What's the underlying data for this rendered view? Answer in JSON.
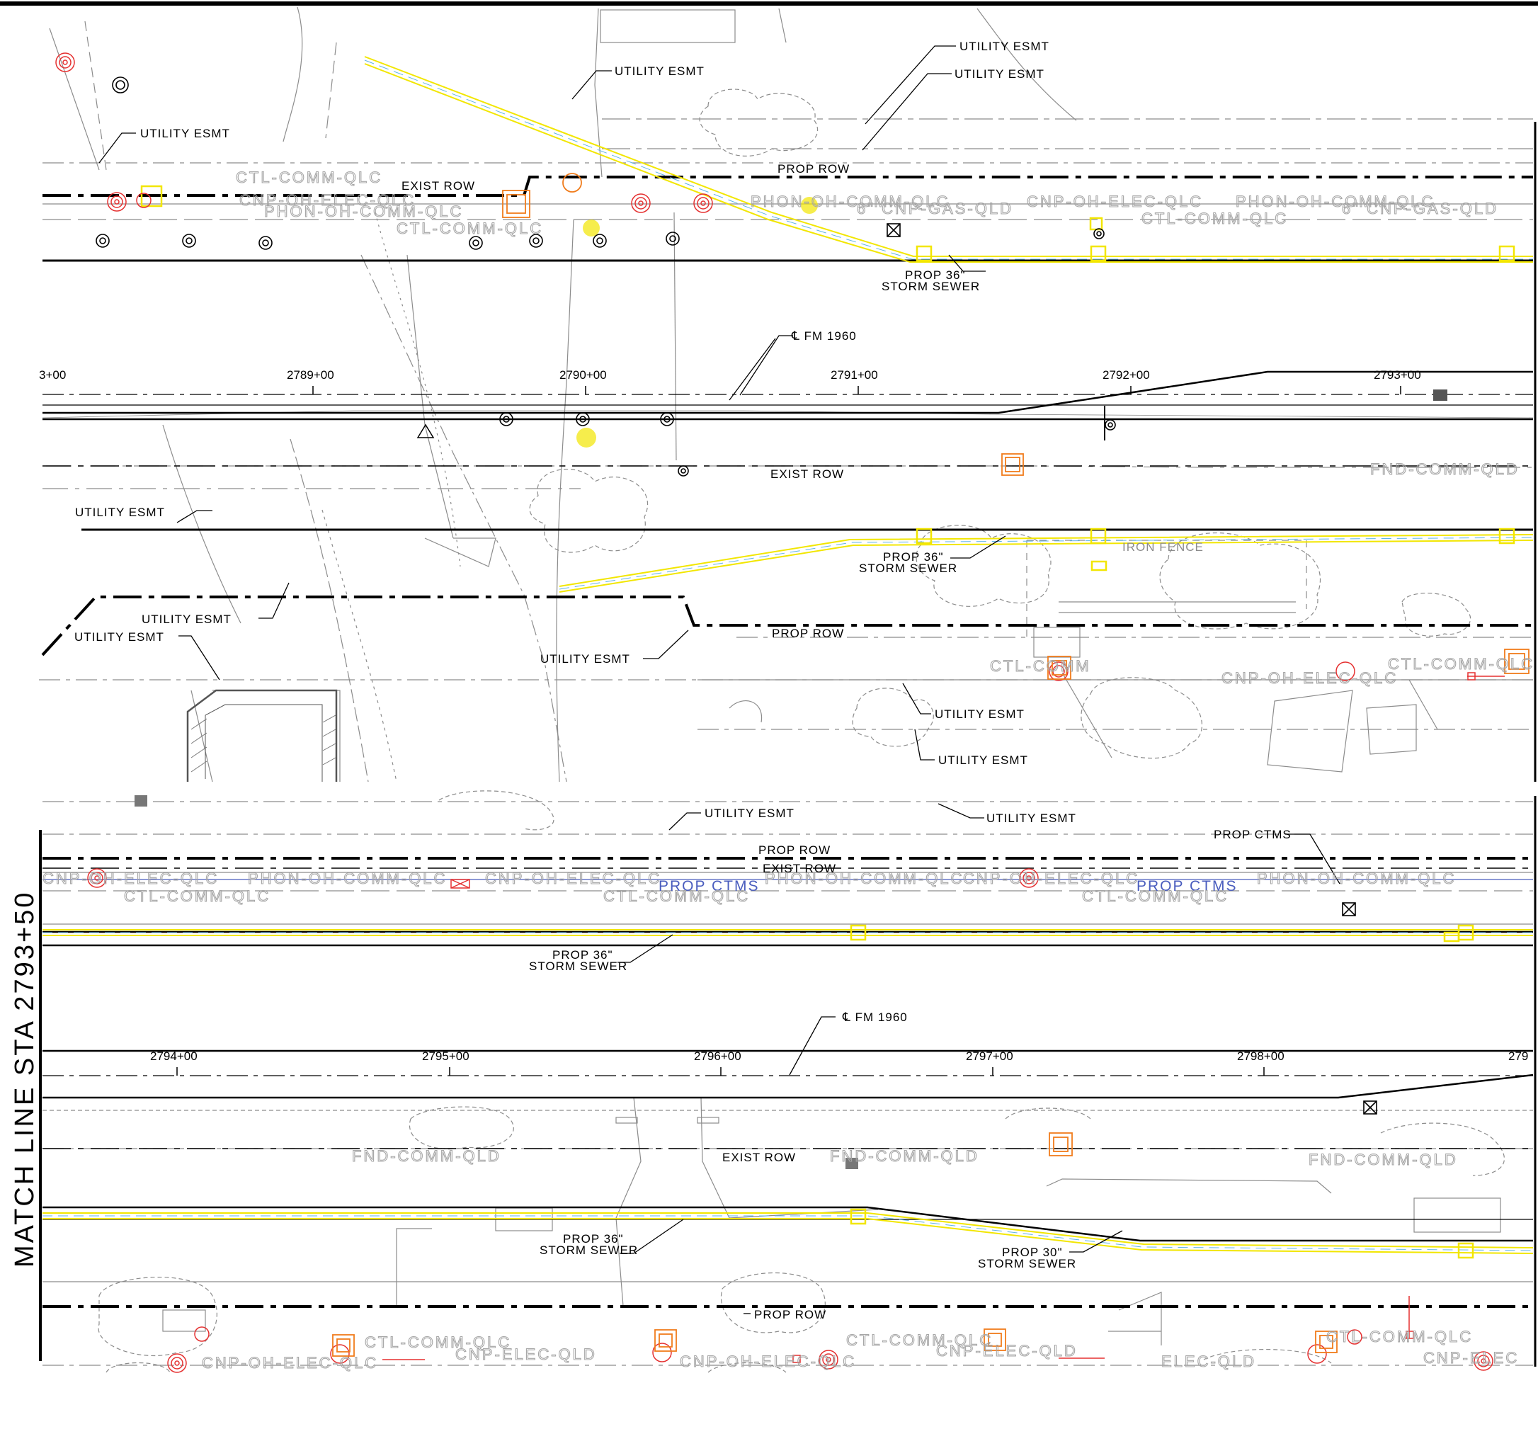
{
  "sheet": {
    "match_line": "MATCH LINE STA 2793+50"
  },
  "upper": {
    "stations": [
      "3+00",
      "2789+00",
      "2790+00",
      "2791+00",
      "2792+00",
      "2793+00"
    ],
    "centerline": "℄ FM 1960",
    "labels": {
      "esmt_top1": "UTILITY ESMT",
      "esmt_top2": "UTILITY ESMT",
      "esmt_top3": "UTILITY ESMT",
      "esmt_left": "UTILITY ESMT",
      "prop_row_top": "PROP ROW",
      "exist_row_top": "EXIST ROW",
      "storm1_a": "PROP 36\"",
      "storm1_b": "STORM SEWER",
      "exist_row_mid": "EXIST ROW",
      "esmt_mid_left": "UTILITY ESMT",
      "storm2_a": "PROP 36\"",
      "storm2_b": "STORM SEWER",
      "iron_fence": "IRON FENCE",
      "esmt_low1": "UTILITY ESMT",
      "esmt_low2": "UTILITY ESMT",
      "esmt_low3": "UTILITY ESMT",
      "prop_row_low": "PROP ROW",
      "esmt_low4": "UTILITY ESMT",
      "esmt_low5": "UTILITY ESMT"
    },
    "ghost": {
      "g1": "CTL-COMM-QLC",
      "g2": "CNP-OH-ELEC-QLC",
      "g3": "PHON-OH-COMM-QLC",
      "g4": "CTL-COMM-QLC",
      "g5": "PHON-OH-COMM-QLC",
      "g6": "6\" CNP-GAS-QLD",
      "g7": "CNP-OH-ELEC-QLC",
      "g8": "PHON-OH-COMM-QLC",
      "g9": "6\" CNP-GAS-QLD",
      "g10": "CTL-COMM-QLC",
      "g11": "FND-COMM-QLD",
      "g12": "CTL-COMM",
      "g13": "CNP-OH-ELEC-QLC",
      "g14": "CTL-COMM-QLC"
    }
  },
  "lower": {
    "stations": [
      "2794+00",
      "2795+00",
      "2796+00",
      "2797+00",
      "2798+00",
      "279"
    ],
    "centerline": "℄ FM 1960",
    "labels": {
      "esmt1": "UTILITY ESMT",
      "esmt2": "UTILITY ESMT",
      "prop_row_top": "PROP ROW",
      "exist_row_top": "EXIST ROW",
      "prop_ctms": "PROP CTMS",
      "storm1_a": "PROP 36\"",
      "storm1_b": "STORM SEWER",
      "exist_row_mid": "EXIST ROW",
      "storm2_a": "PROP 36\"",
      "storm2_b": "STORM SEWER",
      "storm3_a": "PROP 30\"",
      "storm3_b": "STORM SEWER",
      "prop_row_bot": "PROP ROW"
    },
    "blue": {
      "b1": "PROP CTMS",
      "b2": "PROP CTMS"
    },
    "ghost": {
      "g1": "CNP-OH-ELEC-QLC",
      "g2": "CTL-COMM-QLC",
      "g3": "PHON-OH-COMM-QLC",
      "g4": "CNP-OH-ELEC-QLC",
      "g5": "CTL-COMM-QLC",
      "g6": "PHON-OH-COMM-QLC",
      "g7": "CNP-OH-ELEC-QLC",
      "g8": "CTL-COMM-QLC",
      "g9": "PHON-OH-COMM-QLC",
      "g10": "FND-COMM-QLD",
      "g11": "FND-COMM-QLD",
      "g12": "FND-COMM-QLD",
      "g13": "CTL-COMM-QLC",
      "g14": "CNP-ELEC-QLD",
      "g15": "CNP-OH-ELEC-QLC",
      "g16": "CTL-COMM-QLC",
      "g17": "CNP-ELEC-QLD",
      "g18": "CNP-OH-ELEC-QLC",
      "g19": "CTL-COMM-QLC",
      "g20": "CNP-ELEC",
      "g21": "ELEC-QLD"
    }
  },
  "colors": {
    "storm_sewer": "#f2e600",
    "water_dashed": "#5fb4e6",
    "electric_poles": "#e53030",
    "telephone_boxes": "#f07c1c",
    "proposed_text": "#4a5dbe",
    "existing_linework": "#8c8c8c"
  }
}
